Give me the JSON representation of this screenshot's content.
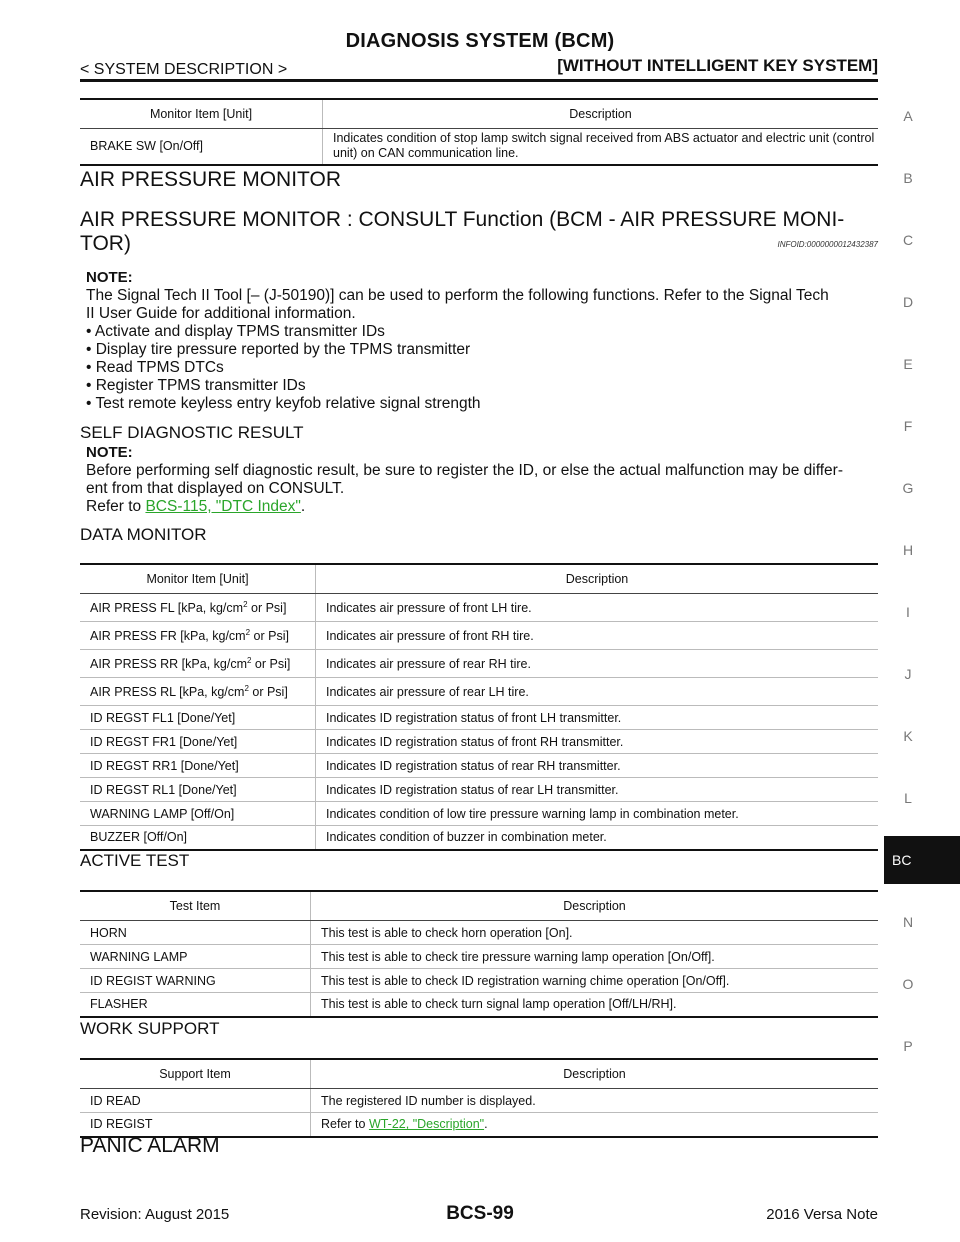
{
  "header": {
    "title": "DIAGNOSIS SYSTEM (BCM)",
    "left": "< SYSTEM DESCRIPTION >",
    "right": "[WITHOUT INTELLIGENT KEY SYSTEM]"
  },
  "side_index": [
    "A",
    "B",
    "C",
    "D",
    "E",
    "F",
    "G",
    "H",
    "I",
    "J",
    "K",
    "L",
    "BC",
    "N",
    "O",
    "P"
  ],
  "top_table": {
    "headers": [
      "Monitor Item [Unit]",
      "Description"
    ],
    "rows": [
      [
        "BRAKE SW [On/Off]",
        "Indicates condition of stop lamp switch signal received from ABS actuator and electric unit (control unit) on CAN communication line."
      ]
    ]
  },
  "section1": "AIR PRESSURE MONITOR",
  "section2": "AIR PRESSURE MONITOR : CONSULT Function (BCM - AIR PRESSURE MONI-",
  "section2b": "TOR)",
  "infoid": "INFOID:0000000012432387",
  "note1": {
    "label": "NOTE:",
    "text1": "The Signal Tech II Tool [– (J-50190)] can be used to perform the following functions. Refer to the Signal Tech",
    "text2": "II User Guide for additional information.",
    "bullets": [
      "Activate and display TPMS transmitter IDs",
      "Display tire pressure reported by the TPMS transmitter",
      "Read TPMS DTCs",
      "Register TPMS transmitter IDs",
      "Test remote keyless entry keyfob relative signal strength"
    ]
  },
  "self_diag": {
    "title": "SELF DIAGNOSTIC RESULT",
    "label": "NOTE:",
    "line1": "Before performing self diagnostic result, be sure to register the ID, or else the actual malfunction may be differ-",
    "line2": "ent from that displayed on CONSULT.",
    "refer_prefix": "Refer to ",
    "refer_link": "BCS-115, \"DTC Index\"",
    "refer_suffix": "."
  },
  "data_monitor": {
    "title": "DATA MONITOR",
    "headers": [
      "Monitor Item [Unit]",
      "Description"
    ],
    "pressure_rows": [
      {
        "pre": "AIR PRESS FL [kPa, kg/cm",
        "sup": "2",
        "post": " or Psi]",
        "desc": "Indicates air pressure of front LH tire."
      },
      {
        "pre": "AIR PRESS FR [kPa, kg/cm",
        "sup": "2",
        "post": " or Psi]",
        "desc": "Indicates air pressure of front RH tire."
      },
      {
        "pre": "AIR PRESS RR [kPa, kg/cm",
        "sup": "2",
        "post": " or Psi]",
        "desc": "Indicates air pressure of rear RH tire."
      },
      {
        "pre": "AIR PRESS RL [kPa, kg/cm",
        "sup": "2",
        "post": " or Psi]",
        "desc": "Indicates air pressure of rear LH tire."
      }
    ],
    "rows": [
      [
        "ID REGST FL1 [Done/Yet]",
        "Indicates ID registration status of front LH transmitter."
      ],
      [
        "ID REGST FR1 [Done/Yet]",
        "Indicates ID registration status of front RH transmitter."
      ],
      [
        "ID REGST RR1 [Done/Yet]",
        "Indicates ID registration status of rear RH transmitter."
      ],
      [
        "ID REGST RL1 [Done/Yet]",
        "Indicates ID registration status of rear LH transmitter."
      ],
      [
        "WARNING LAMP [Off/On]",
        "Indicates condition of low tire pressure warning lamp in combination meter."
      ],
      [
        "BUZZER [Off/On]",
        "Indicates condition of buzzer in combination meter."
      ]
    ]
  },
  "active_test": {
    "title": "ACTIVE TEST",
    "headers": [
      "Test Item",
      "Description"
    ],
    "rows": [
      [
        "HORN",
        "This test is able to check horn operation [On]."
      ],
      [
        "WARNING LAMP",
        "This test is able to check tire pressure warning lamp operation [On/Off]."
      ],
      [
        "ID REGIST WARNING",
        "This test is able to check ID registration warning chime operation [On/Off]."
      ],
      [
        "FLASHER",
        "This test is able to check turn signal lamp operation [Off/LH/RH]."
      ]
    ]
  },
  "work_support": {
    "title": "WORK SUPPORT",
    "headers": [
      "Support Item",
      "Description"
    ],
    "rows": [
      [
        "ID READ",
        "The registered ID number is displayed."
      ]
    ],
    "regist_item": "ID REGIST",
    "regist_prefix": "Refer to ",
    "regist_link": "WT-22, \"Description\"",
    "regist_suffix": "."
  },
  "panic_alarm": "PANIC ALARM",
  "footer": {
    "left": "Revision: August 2015",
    "center": "BCS-99",
    "right": "2016 Versa Note"
  }
}
